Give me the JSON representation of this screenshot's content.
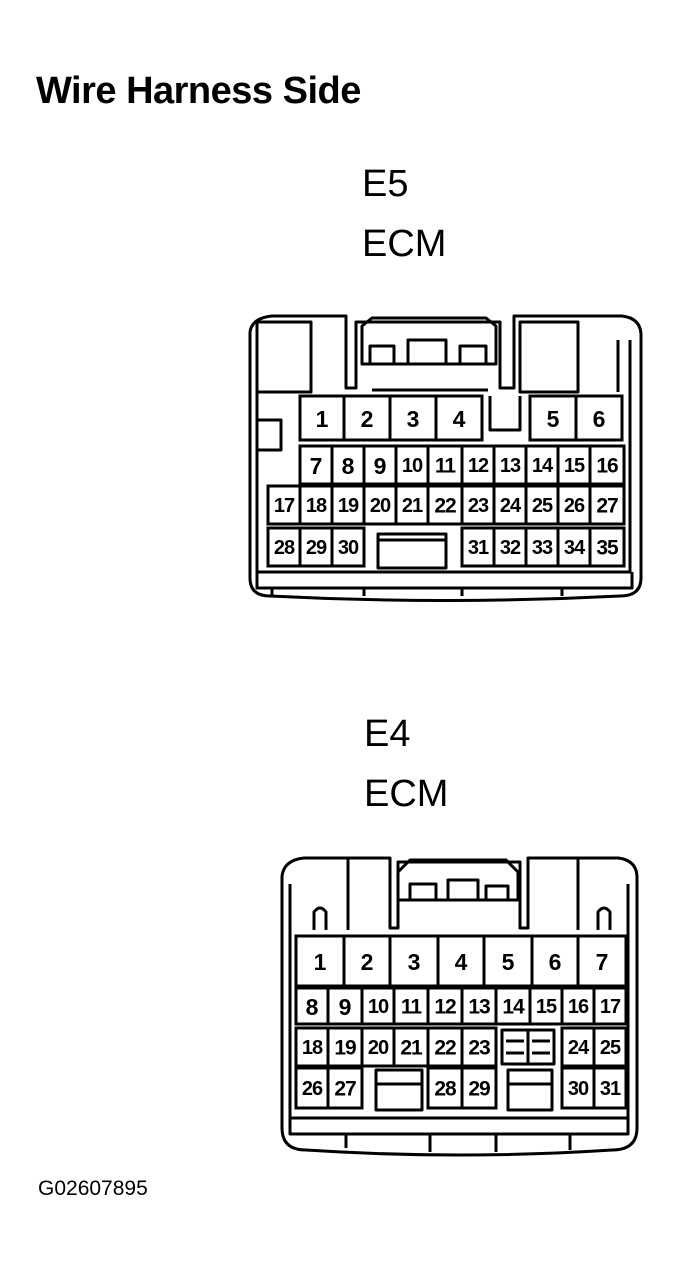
{
  "title": "Wire Harness Side",
  "figure_id": "G02607895",
  "connectors": [
    {
      "id": "E5",
      "name": "ECM",
      "rows": [
        [
          "1",
          "2",
          "3",
          "4",
          "5",
          "6"
        ],
        [
          "7",
          "8",
          "9",
          "10",
          "11",
          "12",
          "13",
          "14",
          "15",
          "16"
        ],
        [
          "17",
          "18",
          "19",
          "20",
          "21",
          "22",
          "23",
          "24",
          "25",
          "26",
          "27"
        ],
        [
          "28",
          "29",
          "30",
          "31",
          "32",
          "33",
          "34",
          "35"
        ]
      ]
    },
    {
      "id": "E4",
      "name": "ECM",
      "rows": [
        [
          "1",
          "2",
          "3",
          "4",
          "5",
          "6",
          "7"
        ],
        [
          "8",
          "9",
          "10",
          "11",
          "12",
          "13",
          "14",
          "15",
          "16",
          "17"
        ],
        [
          "18",
          "19",
          "20",
          "21",
          "22",
          "23",
          "24",
          "25"
        ],
        [
          "26",
          "27",
          "28",
          "29",
          "30",
          "31"
        ]
      ]
    }
  ],
  "colors": {
    "line": "#000000",
    "background": "#ffffff"
  }
}
